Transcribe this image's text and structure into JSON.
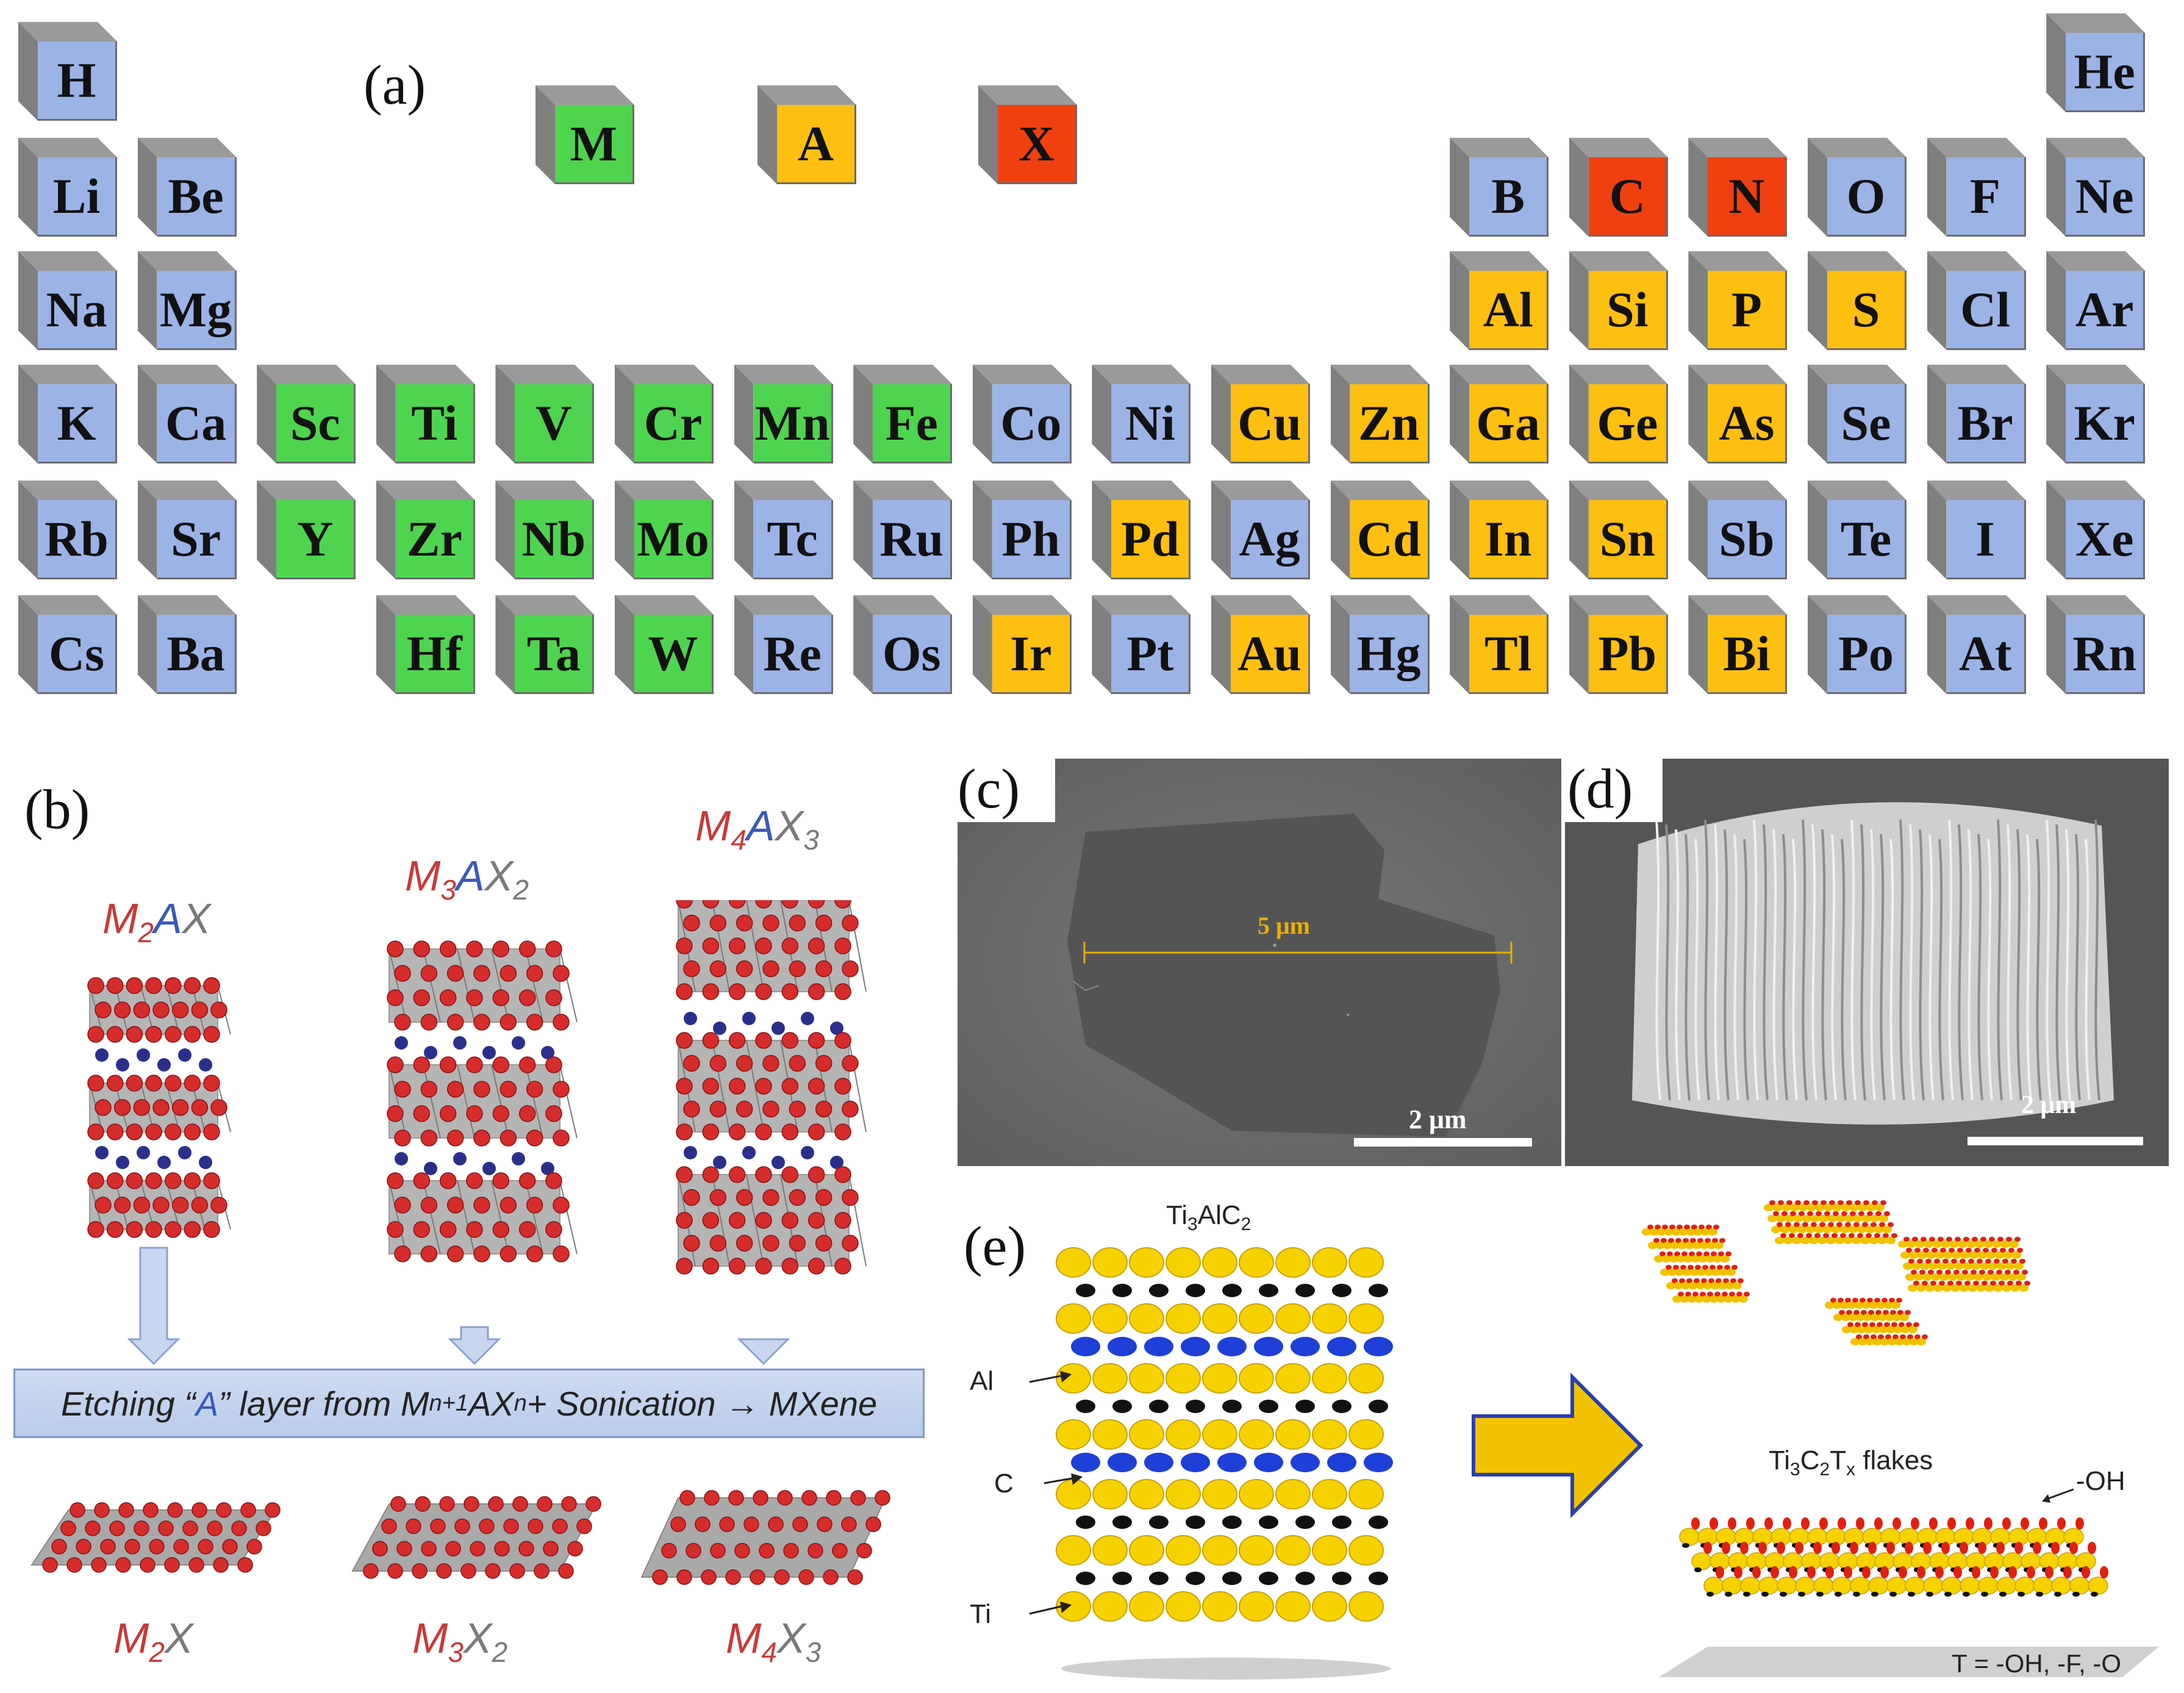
{
  "panel_labels": {
    "a": "(a)",
    "b": "(b)",
    "c": "(c)",
    "d": "(d)",
    "e": "(e)"
  },
  "legend": [
    {
      "symbol": "M",
      "color": "green"
    },
    {
      "symbol": "A",
      "color": "orange"
    },
    {
      "symbol": "X",
      "color": "red"
    }
  ],
  "colors": {
    "blue": "#9bb3e6",
    "green": "#4fd44f",
    "orange": "#ffbf10",
    "red": "#f04010"
  },
  "periodic_table": {
    "row1": [
      {
        "s": "H",
        "c": "blue",
        "g": 1
      },
      {
        "s": "He",
        "c": "blue",
        "g": 18
      }
    ],
    "row2": [
      {
        "s": "Li",
        "c": "blue",
        "g": 1
      },
      {
        "s": "Be",
        "c": "blue",
        "g": 2
      },
      {
        "s": "B",
        "c": "blue",
        "g": 13
      },
      {
        "s": "C",
        "c": "red",
        "g": 14
      },
      {
        "s": "N",
        "c": "red",
        "g": 15
      },
      {
        "s": "O",
        "c": "blue",
        "g": 16
      },
      {
        "s": "F",
        "c": "blue",
        "g": 17
      },
      {
        "s": "Ne",
        "c": "blue",
        "g": 18
      }
    ],
    "row3": [
      {
        "s": "Na",
        "c": "blue",
        "g": 1
      },
      {
        "s": "Mg",
        "c": "blue",
        "g": 2
      },
      {
        "s": "Al",
        "c": "orange",
        "g": 13
      },
      {
        "s": "Si",
        "c": "orange",
        "g": 14
      },
      {
        "s": "P",
        "c": "orange",
        "g": 15
      },
      {
        "s": "S",
        "c": "orange",
        "g": 16
      },
      {
        "s": "Cl",
        "c": "blue",
        "g": 17
      },
      {
        "s": "Ar",
        "c": "blue",
        "g": 18
      }
    ],
    "row4": [
      {
        "s": "K",
        "c": "blue",
        "g": 1
      },
      {
        "s": "Ca",
        "c": "blue",
        "g": 2
      },
      {
        "s": "Sc",
        "c": "green",
        "g": 3
      },
      {
        "s": "Ti",
        "c": "green",
        "g": 4
      },
      {
        "s": "V",
        "c": "green",
        "g": 5
      },
      {
        "s": "Cr",
        "c": "green",
        "g": 6
      },
      {
        "s": "Mn",
        "c": "green",
        "g": 7
      },
      {
        "s": "Fe",
        "c": "green",
        "g": 8
      },
      {
        "s": "Co",
        "c": "blue",
        "g": 9
      },
      {
        "s": "Ni",
        "c": "blue",
        "g": 10
      },
      {
        "s": "Cu",
        "c": "orange",
        "g": 11
      },
      {
        "s": "Zn",
        "c": "orange",
        "g": 12
      },
      {
        "s": "Ga",
        "c": "orange",
        "g": 13
      },
      {
        "s": "Ge",
        "c": "orange",
        "g": 14
      },
      {
        "s": "As",
        "c": "orange",
        "g": 15
      },
      {
        "s": "Se",
        "c": "blue",
        "g": 16
      },
      {
        "s": "Br",
        "c": "blue",
        "g": 17
      },
      {
        "s": "Kr",
        "c": "blue",
        "g": 18
      }
    ],
    "row5": [
      {
        "s": "Rb",
        "c": "blue",
        "g": 1
      },
      {
        "s": "Sr",
        "c": "blue",
        "g": 2
      },
      {
        "s": "Y",
        "c": "green",
        "g": 3
      },
      {
        "s": "Zr",
        "c": "green",
        "g": 4
      },
      {
        "s": "Nb",
        "c": "green",
        "g": 5
      },
      {
        "s": "Mo",
        "c": "green",
        "g": 6
      },
      {
        "s": "Tc",
        "c": "blue",
        "g": 7
      },
      {
        "s": "Ru",
        "c": "blue",
        "g": 8
      },
      {
        "s": "Ph",
        "c": "blue",
        "g": 9
      },
      {
        "s": "Pd",
        "c": "orange",
        "g": 10
      },
      {
        "s": "Ag",
        "c": "blue",
        "g": 11
      },
      {
        "s": "Cd",
        "c": "orange",
        "g": 12
      },
      {
        "s": "In",
        "c": "orange",
        "g": 13
      },
      {
        "s": "Sn",
        "c": "orange",
        "g": 14
      },
      {
        "s": "Sb",
        "c": "blue",
        "g": 15
      },
      {
        "s": "Te",
        "c": "blue",
        "g": 16
      },
      {
        "s": "I",
        "c": "blue",
        "g": 17
      },
      {
        "s": "Xe",
        "c": "blue",
        "g": 18
      }
    ],
    "row6": [
      {
        "s": "Cs",
        "c": "blue",
        "g": 1
      },
      {
        "s": "Ba",
        "c": "blue",
        "g": 2
      },
      {
        "s": "Hf",
        "c": "green",
        "g": 4
      },
      {
        "s": "Ta",
        "c": "green",
        "g": 5
      },
      {
        "s": "W",
        "c": "green",
        "g": 6
      },
      {
        "s": "Re",
        "c": "blue",
        "g": 7
      },
      {
        "s": "Os",
        "c": "blue",
        "g": 8
      },
      {
        "s": "Ir",
        "c": "orange",
        "g": 9
      },
      {
        "s": "Pt",
        "c": "blue",
        "g": 10
      },
      {
        "s": "Au",
        "c": "orange",
        "g": 11
      },
      {
        "s": "Hg",
        "c": "blue",
        "g": 12
      },
      {
        "s": "Tl",
        "c": "orange",
        "g": 13
      },
      {
        "s": "Pb",
        "c": "orange",
        "g": 14
      },
      {
        "s": "Bi",
        "c": "orange",
        "g": 15
      },
      {
        "s": "Po",
        "c": "blue",
        "g": 16
      },
      {
        "s": "At",
        "c": "blue",
        "g": 17
      },
      {
        "s": "Rn",
        "c": "blue",
        "g": 18
      }
    ]
  },
  "panel_b": {
    "phases": [
      {
        "max": {
          "m": "M",
          "ms": "2",
          "a": "A",
          "x": "X",
          "xs": ""
        },
        "mxene": {
          "m": "M",
          "ms": "2",
          "x": "X",
          "xs": ""
        }
      },
      {
        "max": {
          "m": "M",
          "ms": "3",
          "a": "A",
          "x": "X",
          "xs": "2"
        },
        "mxene": {
          "m": "M",
          "ms": "3",
          "x": "X",
          "xs": "2"
        }
      },
      {
        "max": {
          "m": "M",
          "ms": "4",
          "a": "A",
          "x": "X",
          "xs": "3"
        },
        "mxene": {
          "m": "M",
          "ms": "4",
          "x": "X",
          "xs": "3"
        }
      }
    ],
    "banner": {
      "pre": "Etching “",
      "a": "A",
      "mid": "” layer from M",
      "sub1": "n+1",
      "ax": "AX",
      "sub2": "n",
      "post": " + Sonication → MXene"
    }
  },
  "panel_c": {
    "measure": "5 μm",
    "scale": "2 μm"
  },
  "panel_d": {
    "scale": "2 μm"
  },
  "panel_e": {
    "title_pre": "Ti",
    "title_sub1": "3",
    "title_mid": "AlC",
    "title_sub2": "2",
    "labels": {
      "al": "Al",
      "c": "C",
      "ti": "Ti",
      "oh": "-OH"
    },
    "flakes": {
      "pre": "Ti",
      "s1": "3",
      "mid": "C",
      "s2": "2",
      "t": "T",
      "s3": "x",
      "post": " flakes"
    },
    "terminations": "T = -OH, -F, -O"
  }
}
